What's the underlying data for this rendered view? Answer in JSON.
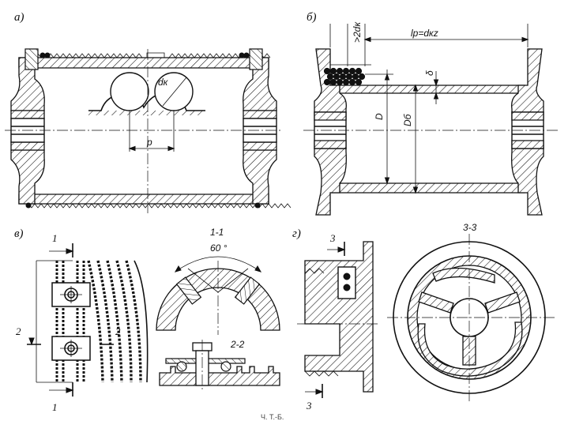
{
  "panels": {
    "a": {
      "label": "а)",
      "dims": {
        "dk": "dк",
        "p": "p"
      }
    },
    "b": {
      "label": "б)",
      "dims": {
        "two_dk": ">2dк",
        "lp": "lр=dкz",
        "delta": "δ",
        "D": "D",
        "Db": "Dб"
      }
    },
    "v": {
      "label": "в)",
      "section_1_1": "1-1",
      "angle": "60 °",
      "section_2_2": "2-2",
      "marks": {
        "one_top": "1",
        "one_bottom": "1",
        "two_left": "2",
        "two_right": "2"
      }
    },
    "g": {
      "label": "г)",
      "section_3_3": "3-3",
      "marks": {
        "three_top": "3",
        "three_bottom": "3"
      }
    }
  },
  "caption": "Ч. Т.-Б."
}
